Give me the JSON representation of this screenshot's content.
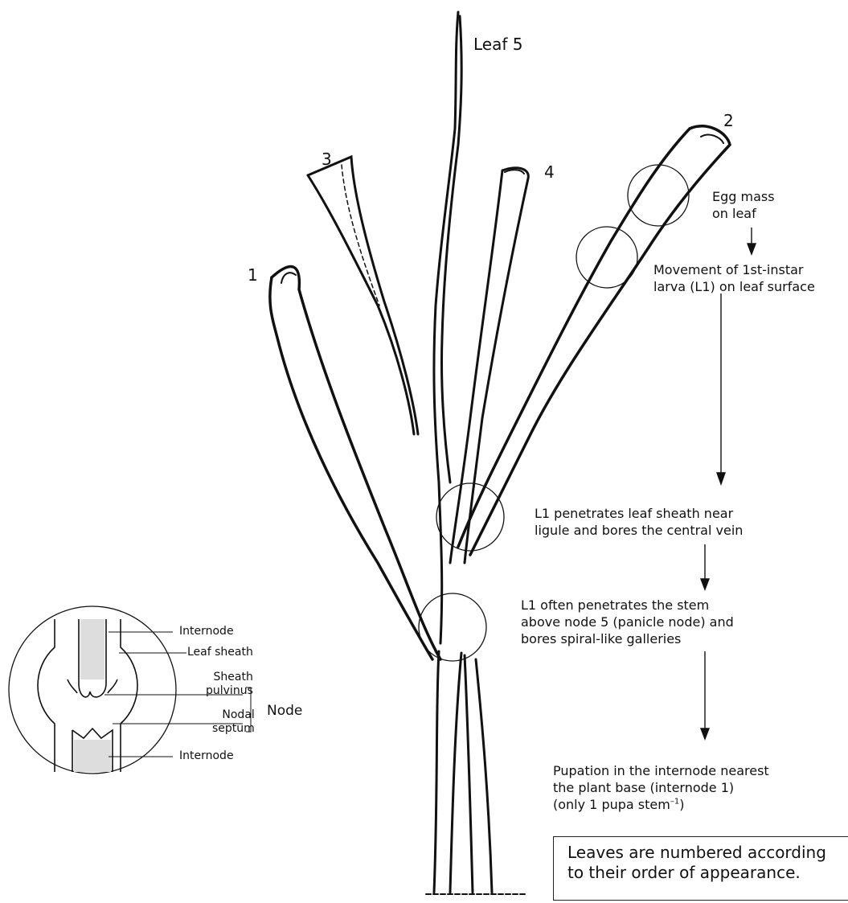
{
  "leaves": {
    "leaf5": "Leaf 5",
    "l1": "1",
    "l2": "2",
    "l3": "3",
    "l4": "4"
  },
  "steps": {
    "egg_mass": [
      "Egg mass",
      "on leaf"
    ],
    "movement": [
      "Movement of 1st-instar",
      "larva (L1) on leaf surface"
    ],
    "penetrates_sheath": [
      "L1 penetrates leaf sheath near",
      "ligule and bores the central vein"
    ],
    "penetrates_stem": [
      "L1 often penetrates the stem",
      "above node 5 (panicle node) and",
      "bores spiral-like galleries"
    ],
    "pupation": [
      "Pupation in the internode nearest",
      "the plant base (internode 1)"
    ],
    "pupation_last_prefix": "(only 1 pupa stem",
    "pupation_last_sup": "–1",
    "pupation_last_suffix": ")"
  },
  "inset": {
    "internode_top": "Internode",
    "leaf_sheath": "Leaf sheath",
    "sheath_pulvinus": [
      "Sheath",
      "pulvinus"
    ],
    "nodal_septum": [
      "Nodal",
      "septum"
    ],
    "node": "Node",
    "internode_bottom": "Internode"
  },
  "note": [
    "Leaves are numbered according",
    "to their order of appearance."
  ],
  "colors": {
    "ink": "#111111",
    "background": "#ffffff"
  }
}
